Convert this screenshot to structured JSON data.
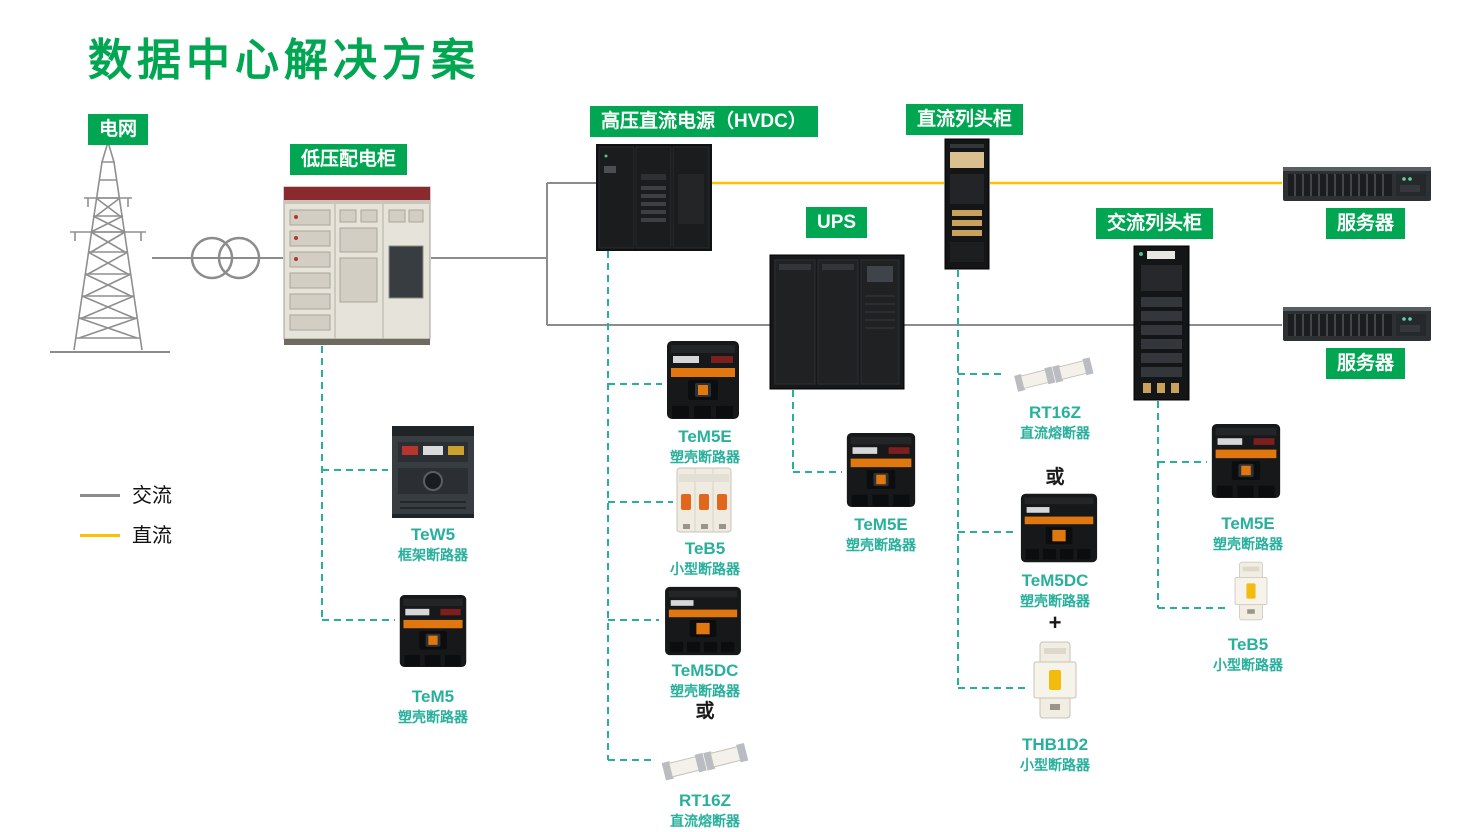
{
  "title": "数据中心解决方案",
  "legend": {
    "ac": "交流",
    "dc": "直流"
  },
  "nodes": {
    "grid": "电网",
    "lv_cabinet": "低压配电柜",
    "hvdc": "高压直流电源（HVDC）",
    "dc_row": "直流列头柜",
    "ups": "UPS",
    "ac_row": "交流列头柜",
    "server_top": "服务器",
    "server_bottom": "服务器"
  },
  "operators": {
    "or_left": "或",
    "or_right": "或",
    "plus": "+"
  },
  "products": {
    "tew5": {
      "name": "TeW5",
      "type": "框架断路器"
    },
    "tem5": {
      "name": "TeM5",
      "type": "塑壳断路器"
    },
    "tem5e_hvdc": {
      "name": "TeM5E",
      "type": "塑壳断路器"
    },
    "teb5_hvdc": {
      "name": "TeB5",
      "type": "小型断路器"
    },
    "tem5dc_hvdc": {
      "name": "TeM5DC",
      "type": "塑壳断路器"
    },
    "rt16z_hvdc": {
      "name": "RT16Z",
      "type": "直流熔断器"
    },
    "tem5e_ups": {
      "name": "TeM5E",
      "type": "塑壳断路器"
    },
    "rt16z_dcrow": {
      "name": "RT16Z",
      "type": "直流熔断器"
    },
    "tem5dc_dcrow": {
      "name": "TeM5DC",
      "type": "塑壳断路器"
    },
    "thb1d2": {
      "name": "THB1D2",
      "type": "小型断路器"
    },
    "tem5e_acrow": {
      "name": "TeM5E",
      "type": "塑壳断路器"
    },
    "teb5_acrow": {
      "name": "TeB5",
      "type": "小型断路器"
    }
  },
  "colors": {
    "green": "#00A651",
    "teal": "#29B09D",
    "dc_yellow": "#FFC000",
    "ac_gray": "#8C8C8C"
  }
}
